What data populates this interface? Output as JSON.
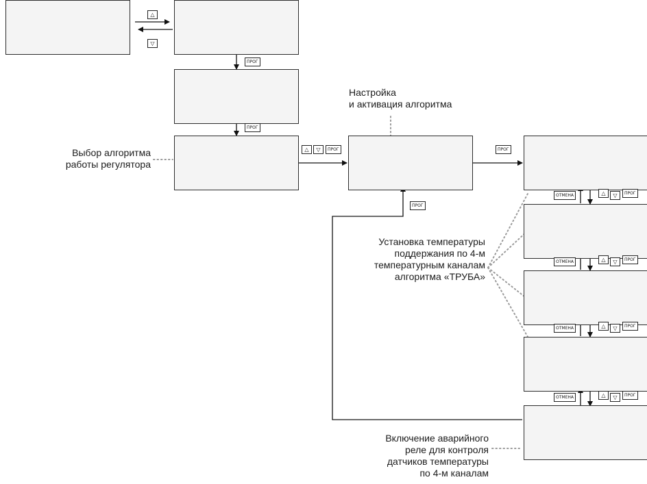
{
  "buttons": {
    "up": "△",
    "down": "▽",
    "prog": "ПРОГ",
    "cancel": "ОТМЕНА"
  },
  "captions": {
    "setup": [
      "Настройка",
      "и активация алгоритма"
    ],
    "algo_select": [
      "Выбор алгоритма",
      "работы регулятора"
    ],
    "temp_setpoint": [
      "Установка температуры",
      "поддержания по 4-м",
      "температурным каналам",
      "алгоритма «ТРУБА»"
    ],
    "alarm_relay": [
      "Включение аварийного",
      "реле для контроля",
      "датчиков температуры",
      "по 4-м каналам"
    ]
  },
  "colors": {
    "line": "#111111",
    "dotted": "#9a9a9a",
    "lcd_border": "#2b2b2b"
  }
}
